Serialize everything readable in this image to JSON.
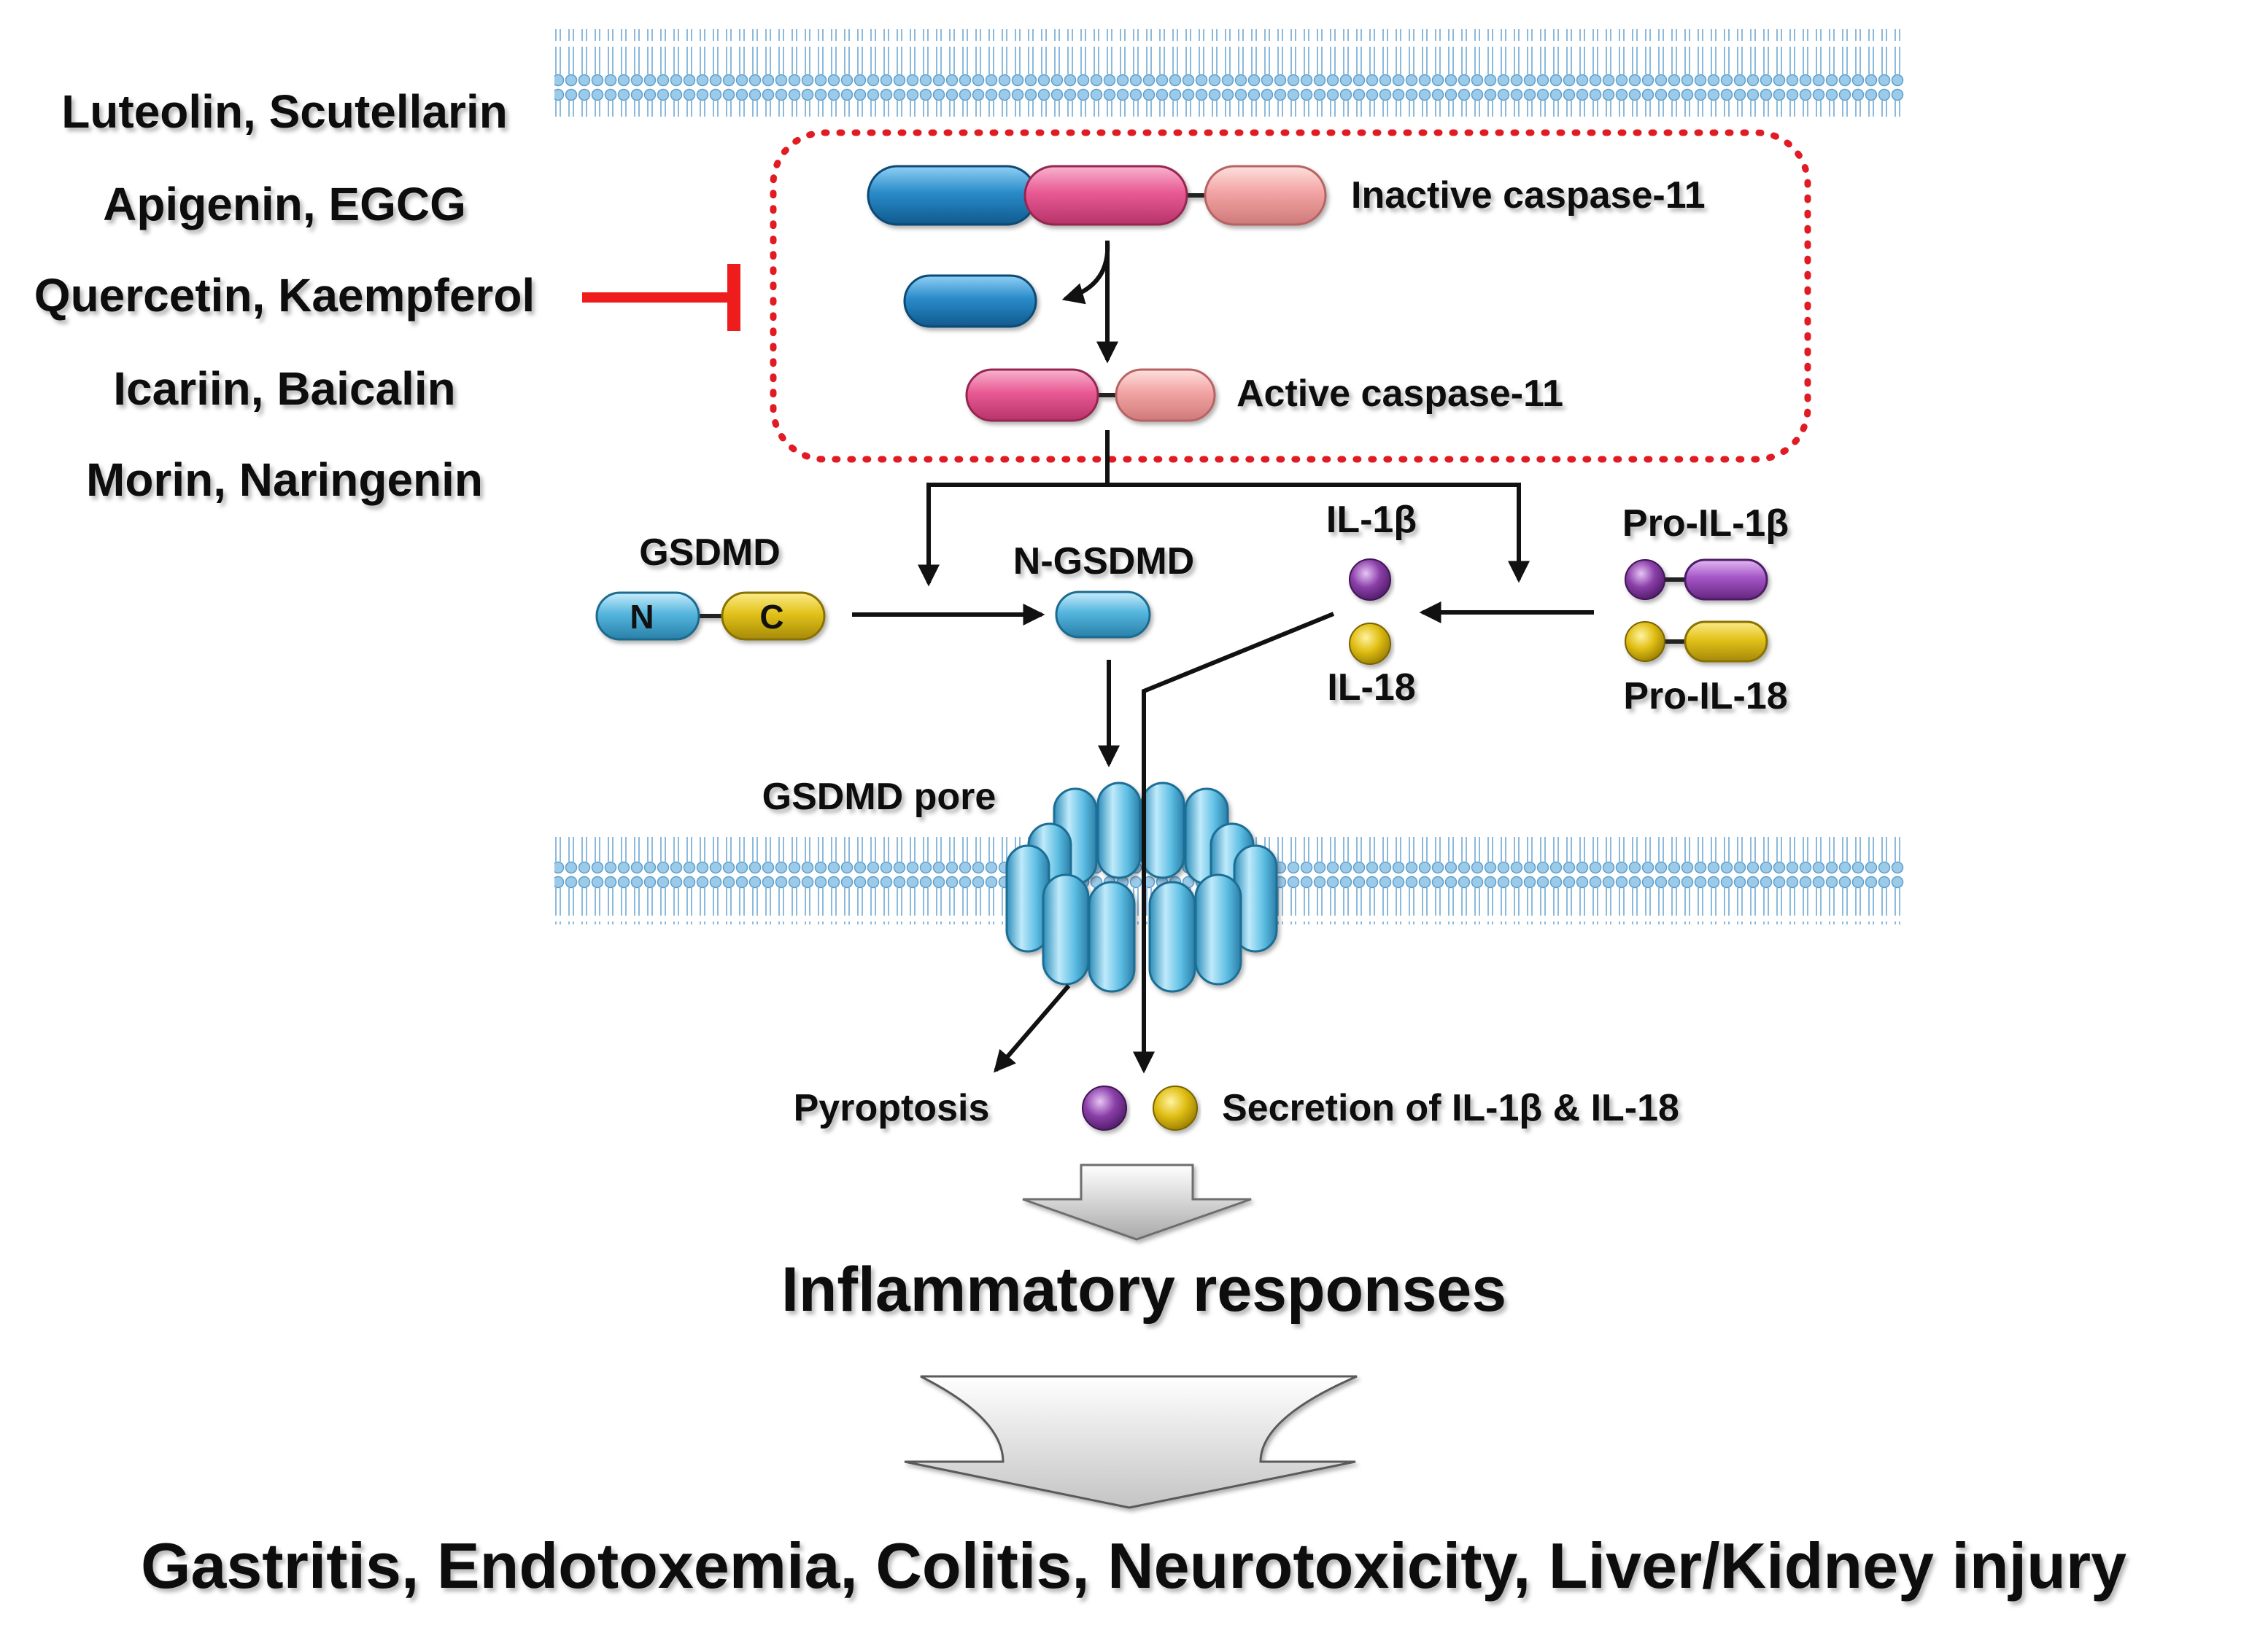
{
  "inhibitors": [
    "Luteolin, Scutellarin",
    "Apigenin, EGCG",
    "Quercetin, Kaempferol",
    "Icariin, Baicalin",
    "Morin, Naringenin"
  ],
  "caspase": {
    "inactive_label": "Inactive caspase-11",
    "active_label": "Active caspase-11"
  },
  "gsdmd": {
    "label": "GSDMD",
    "n_domain": "N",
    "c_domain": "C",
    "n_gsdmd_label": "N-GSDMD",
    "pore_label": "GSDMD pore"
  },
  "cytokines": {
    "il1b": "IL-1β",
    "il18": "IL-18",
    "pro_il1b": "Pro-IL-1β",
    "pro_il18": "Pro-IL-18"
  },
  "outcomes": {
    "pyroptosis": "Pyroptosis",
    "secretion": "Secretion of IL-1β & IL-18",
    "inflammatory": "Inflammatory responses",
    "diseases": "Gastritis, Endotoxemia, Colitis, Neurotoxicity, Liver/Kidney injury"
  },
  "colors": {
    "membrane": "#7fb7dd",
    "caspase_blue": "#2a8bc9",
    "caspase_pink": "#e95a93",
    "caspase_salmon": "#f2a3a3",
    "gsdmd_cyan": "#55b6de",
    "gsdmd_yellow": "#e2c21a",
    "il1b_purple": "#8a3fa8",
    "il18_yellow": "#e0be14",
    "inhibition_red": "#ee1c1c",
    "dotted_box": "#e01b24"
  }
}
